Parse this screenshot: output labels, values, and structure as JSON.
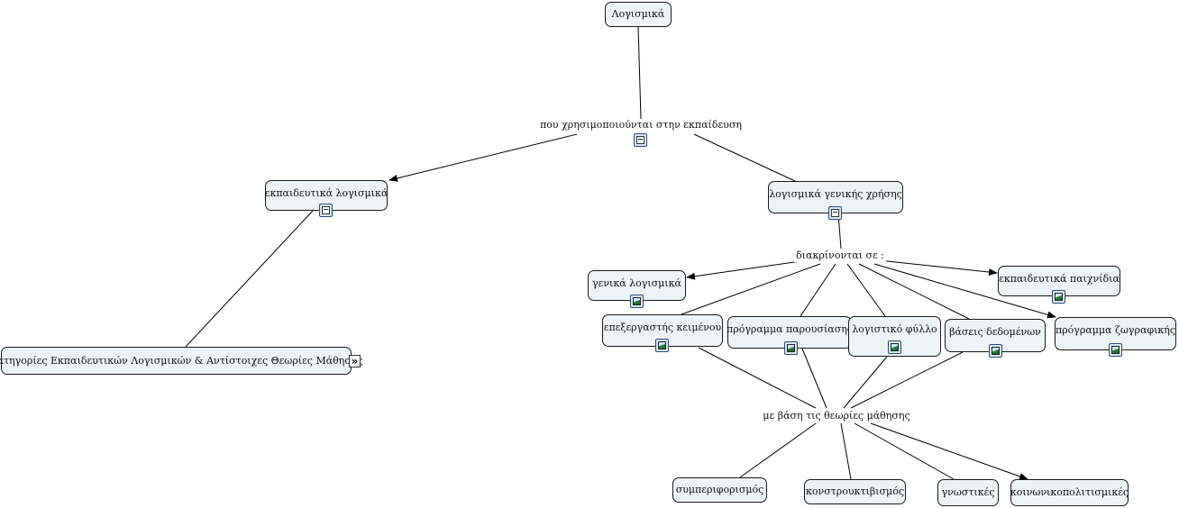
{
  "nodes": {
    "logismika": "Λογισμικά",
    "ekpaideftika_logismika": "εκπαιδευτικά λογισμικά",
    "logismika_genikis_xrisis": "λογισμικά γενικής χρήσης",
    "kategories": "Κατηγορίες Εκπαιδευτικών Λογισμικών & Αντίστοιχες Θεωρίες Μάθησης",
    "genika_logismika": "γενικά λογισμικά",
    "ekpaideftika_paixnidia": "εκπαιδευτικά παιχνίδια",
    "epexergastis": "επεξεργαστής κειμένου",
    "programma_parousiasis": "πρόγραμμα παρουσίασης",
    "logistiko_fyllo": "λογιστικό φύλλο",
    "vaseis_dedomenon": "βάσεις δεδομένων",
    "programma_zografikis": "πρόγραμμα ζωγραφικής",
    "symperiforismos": "συμπεριφορισμός",
    "konstrouktivismos": "κονστρουκτιβισμός",
    "gnostikes": "γνωστικές",
    "koinonikopolitismikes": "κοινωνικοπολιτισμικές"
  },
  "phrases": {
    "pou_xrisimopoiountai": "που χρησιμοποιούνται στην εκπαίδευση",
    "diakrinontai": "διακρίνονται σε :",
    "me_vasi": "με βάση τις θεωρίες μάθησης"
  },
  "icons": {
    "document": "document-icon",
    "image": "image-icon",
    "link_arrow": "»"
  },
  "colors": {
    "node_fill": "#eef3f6",
    "node_border": "#1a1a1a",
    "line": "#000000"
  }
}
